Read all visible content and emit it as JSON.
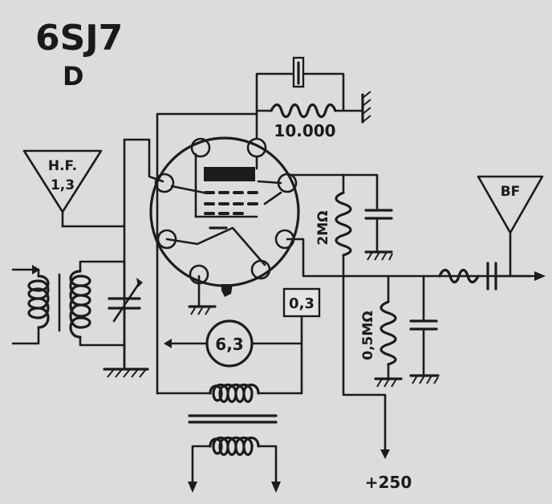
{
  "title": {
    "tube": "6SJ7",
    "variant": "D"
  },
  "labels": {
    "hf_input": [
      "H.F.",
      "1,3"
    ],
    "bf_output": "BF",
    "cathode_resistor": "10.000",
    "anode_resistor": "2MΩ",
    "screen_resistor": "0,5MΩ",
    "filament_current": "0,3",
    "filament_voltage": "6,3",
    "supply": "+250"
  }
}
